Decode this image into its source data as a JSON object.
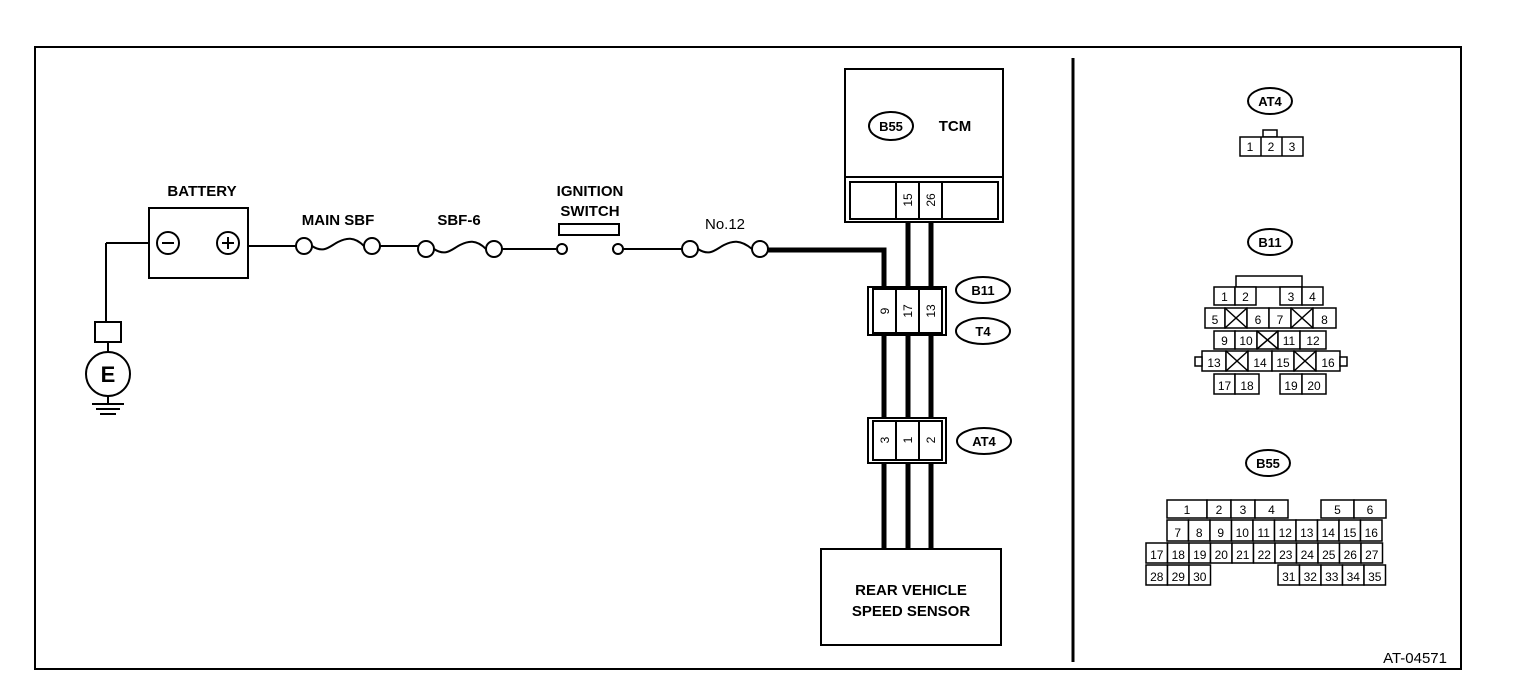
{
  "components": {
    "battery": "BATTERY",
    "main_sbf": "MAIN SBF",
    "sbf6": "SBF-6",
    "ignition_switch_line1": "IGNITION",
    "ignition_switch_line2": "SWITCH",
    "fuse_no12": "No.12",
    "tcm": "TCM",
    "sensor_line1": "REAR VEHICLE",
    "sensor_line2": "SPEED SENSOR",
    "ground": "E",
    "battery_minus": "⊖",
    "battery_plus": "⊕"
  },
  "connectors": {
    "b55": "B55",
    "b11": "B11",
    "t4": "T4",
    "at4": "AT4",
    "tcm_pins": [
      "15",
      "26"
    ],
    "b11_t4_pins": [
      "9",
      "17",
      "13"
    ],
    "at4_pins": [
      "3",
      "1",
      "2"
    ]
  },
  "pinouts": {
    "at4": {
      "label": "AT4",
      "pins": [
        "1",
        "2",
        "3"
      ]
    },
    "b11": {
      "label": "B11",
      "rows": [
        [
          "1",
          "2",
          "",
          "3",
          "4"
        ],
        [
          "5",
          "X",
          "6",
          "7",
          "X",
          "8"
        ],
        [
          "9",
          "10",
          "X",
          "11",
          "12"
        ],
        [
          "13",
          "X",
          "14",
          "15",
          "X",
          "16"
        ],
        [
          "17",
          "18",
          "",
          "19",
          "20"
        ]
      ]
    },
    "b55": {
      "label": "B55",
      "rows": [
        [
          "1",
          "2",
          "3",
          "4",
          "",
          "5",
          "6"
        ],
        [
          "7",
          "8",
          "9",
          "10",
          "11",
          "12",
          "13",
          "14",
          "15",
          "16"
        ],
        [
          "17",
          "18",
          "19",
          "20",
          "21",
          "22",
          "23",
          "24",
          "25",
          "26",
          "27"
        ],
        [
          "28",
          "29",
          "30",
          "31",
          "32",
          "33",
          "34",
          "35"
        ]
      ]
    }
  },
  "figure_code": "AT-04571"
}
